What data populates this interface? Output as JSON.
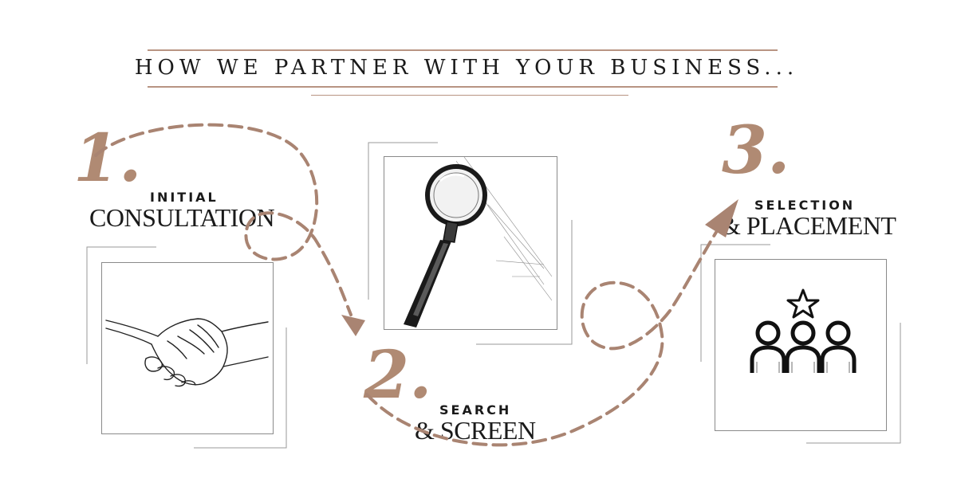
{
  "title": "HOW WE PARTNER WITH YOUR BUSINESS...",
  "steps": [
    {
      "number": "1.",
      "small": "INITIAL",
      "big": "CONSULTATION",
      "icon": "handshake-icon"
    },
    {
      "number": "2.",
      "small": "SEARCH",
      "big": "& SCREEN",
      "icon": "magnifying-glass-icon"
    },
    {
      "number": "3.",
      "small": "SELECTION",
      "big": "& PLACEMENT",
      "icon": "team-star-icon"
    }
  ],
  "colors": {
    "accent": "#b08a73",
    "rule": "#b89482",
    "text": "#1a1a1a",
    "frame": "#8a8a8a"
  }
}
